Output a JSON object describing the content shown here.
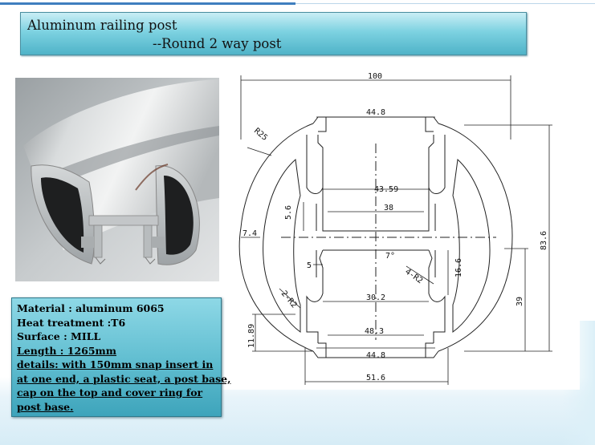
{
  "title": {
    "line1": "Aluminum railing post",
    "line2": "--Round 2 way post"
  },
  "specs": [
    {
      "text": "Material : aluminum 6065",
      "underline": false
    },
    {
      "text": "Heat treatment :T6",
      "underline": false
    },
    {
      "text": "Surface : MILL",
      "underline": false
    },
    {
      "text": "Length : 1265mm",
      "underline": true
    },
    {
      "text": "details: with 150mm snap insert in",
      "underline": true
    },
    {
      "text": "at one end, a plastic seat, a post base,",
      "underline": true
    },
    {
      "text": "cap on the top and cover ring for",
      "underline": true
    },
    {
      "text": "post base.",
      "underline": true
    }
  ],
  "drawing": {
    "dims": {
      "overall_width": "100",
      "top_slot": "44.8",
      "inner_width": "43.59",
      "inner_small": "38",
      "inner_height": "5.6",
      "side_gap": "7.4",
      "angle": "7°",
      "small_gap": "5",
      "corner_radius": "4-R2",
      "mid_height": "16.6",
      "left_radius": "2-R2",
      "inner_bottom": "30.2",
      "outer_height": "83.6",
      "half_height": "39",
      "lower_slot": "48.3",
      "bottom_slot": "44.8",
      "bottom_width": "51.6",
      "left_height": "11.89",
      "arc_radius": "R25"
    }
  }
}
